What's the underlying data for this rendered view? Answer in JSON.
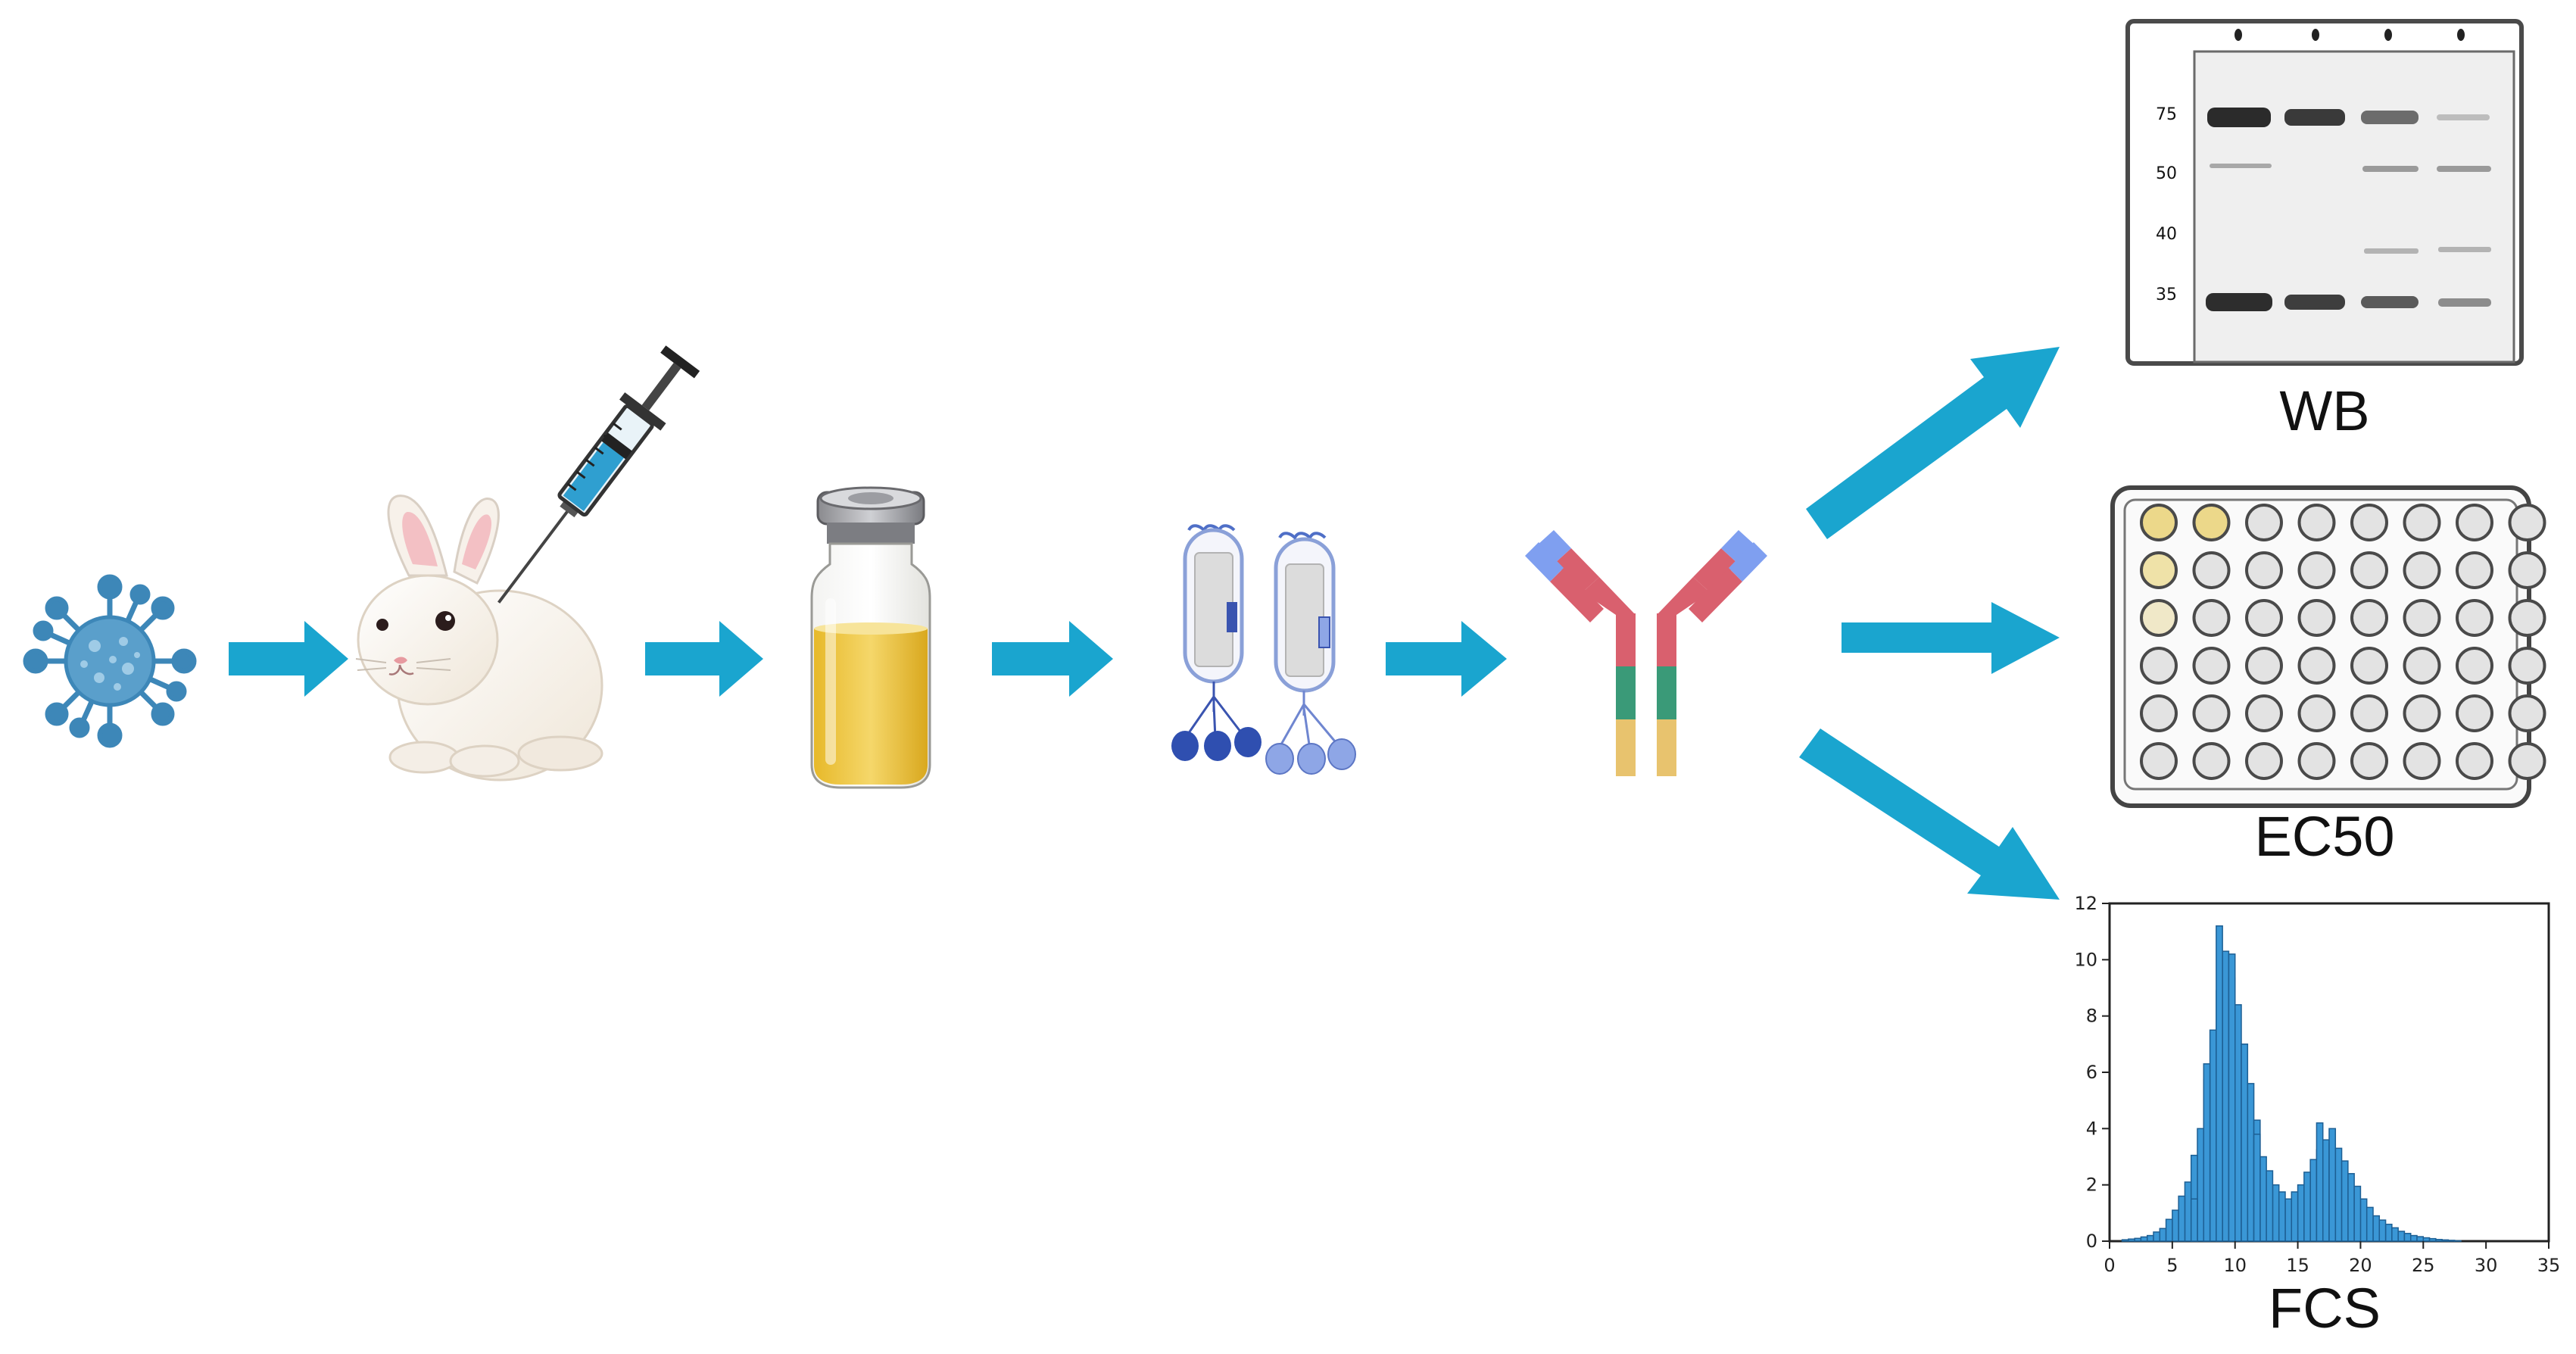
{
  "pipeline": {
    "labels": {
      "wb": "WB",
      "ec50": "EC50",
      "fcs": "FCS"
    }
  },
  "colors": {
    "arrow": "#1aa5cf",
    "virus": "#3d87b8",
    "serum": "#e8c23c",
    "heavy_chain": "#d9606e",
    "light_chain": "#7f9ff0",
    "hinge": "#3a9a78",
    "fc": "#e8c36e",
    "bar": "#3a97d6"
  },
  "wb": {
    "markers": [
      "75",
      "50",
      "40",
      "35"
    ]
  },
  "chart_data": {
    "type": "bar",
    "xlim": [
      0,
      35
    ],
    "ylim": [
      0,
      12
    ],
    "xticks": [
      0,
      5,
      10,
      15,
      20,
      25,
      30,
      35
    ],
    "yticks": [
      0,
      2,
      4,
      6,
      8,
      10,
      12
    ],
    "bin_width": 1,
    "bin_starts": [
      1,
      2,
      3,
      4,
      5,
      6,
      7,
      8,
      9,
      10,
      11,
      12,
      13,
      14,
      15,
      16,
      17,
      18,
      19,
      20,
      21,
      22,
      23,
      24,
      25,
      26,
      27
    ],
    "values": [
      0.05,
      0.1,
      0.2,
      0.45,
      1.1,
      2.1,
      4.0,
      7.5,
      10.3,
      8.4,
      5.6,
      3.0,
      2.0,
      1.5,
      2.0,
      2.9,
      3.6,
      3.3,
      2.4,
      1.5,
      0.9,
      0.6,
      0.35,
      0.2,
      0.12,
      0.06,
      0.03
    ],
    "extra_thin_bins": [
      {
        "start": 6.5,
        "value": 1.5
      },
      {
        "start": 7.5,
        "value": 6.3
      },
      {
        "start": 8.5,
        "value": 11.2
      },
      {
        "start": 9.5,
        "value": 10.2
      },
      {
        "start": 10.5,
        "value": 7.0
      },
      {
        "start": 11.5,
        "value": 3.8
      },
      {
        "start": 16.5,
        "value": 4.2
      },
      {
        "start": 17.5,
        "value": 4.0
      }
    ],
    "grid": false,
    "title": "",
    "xlabel": "",
    "ylabel": ""
  }
}
